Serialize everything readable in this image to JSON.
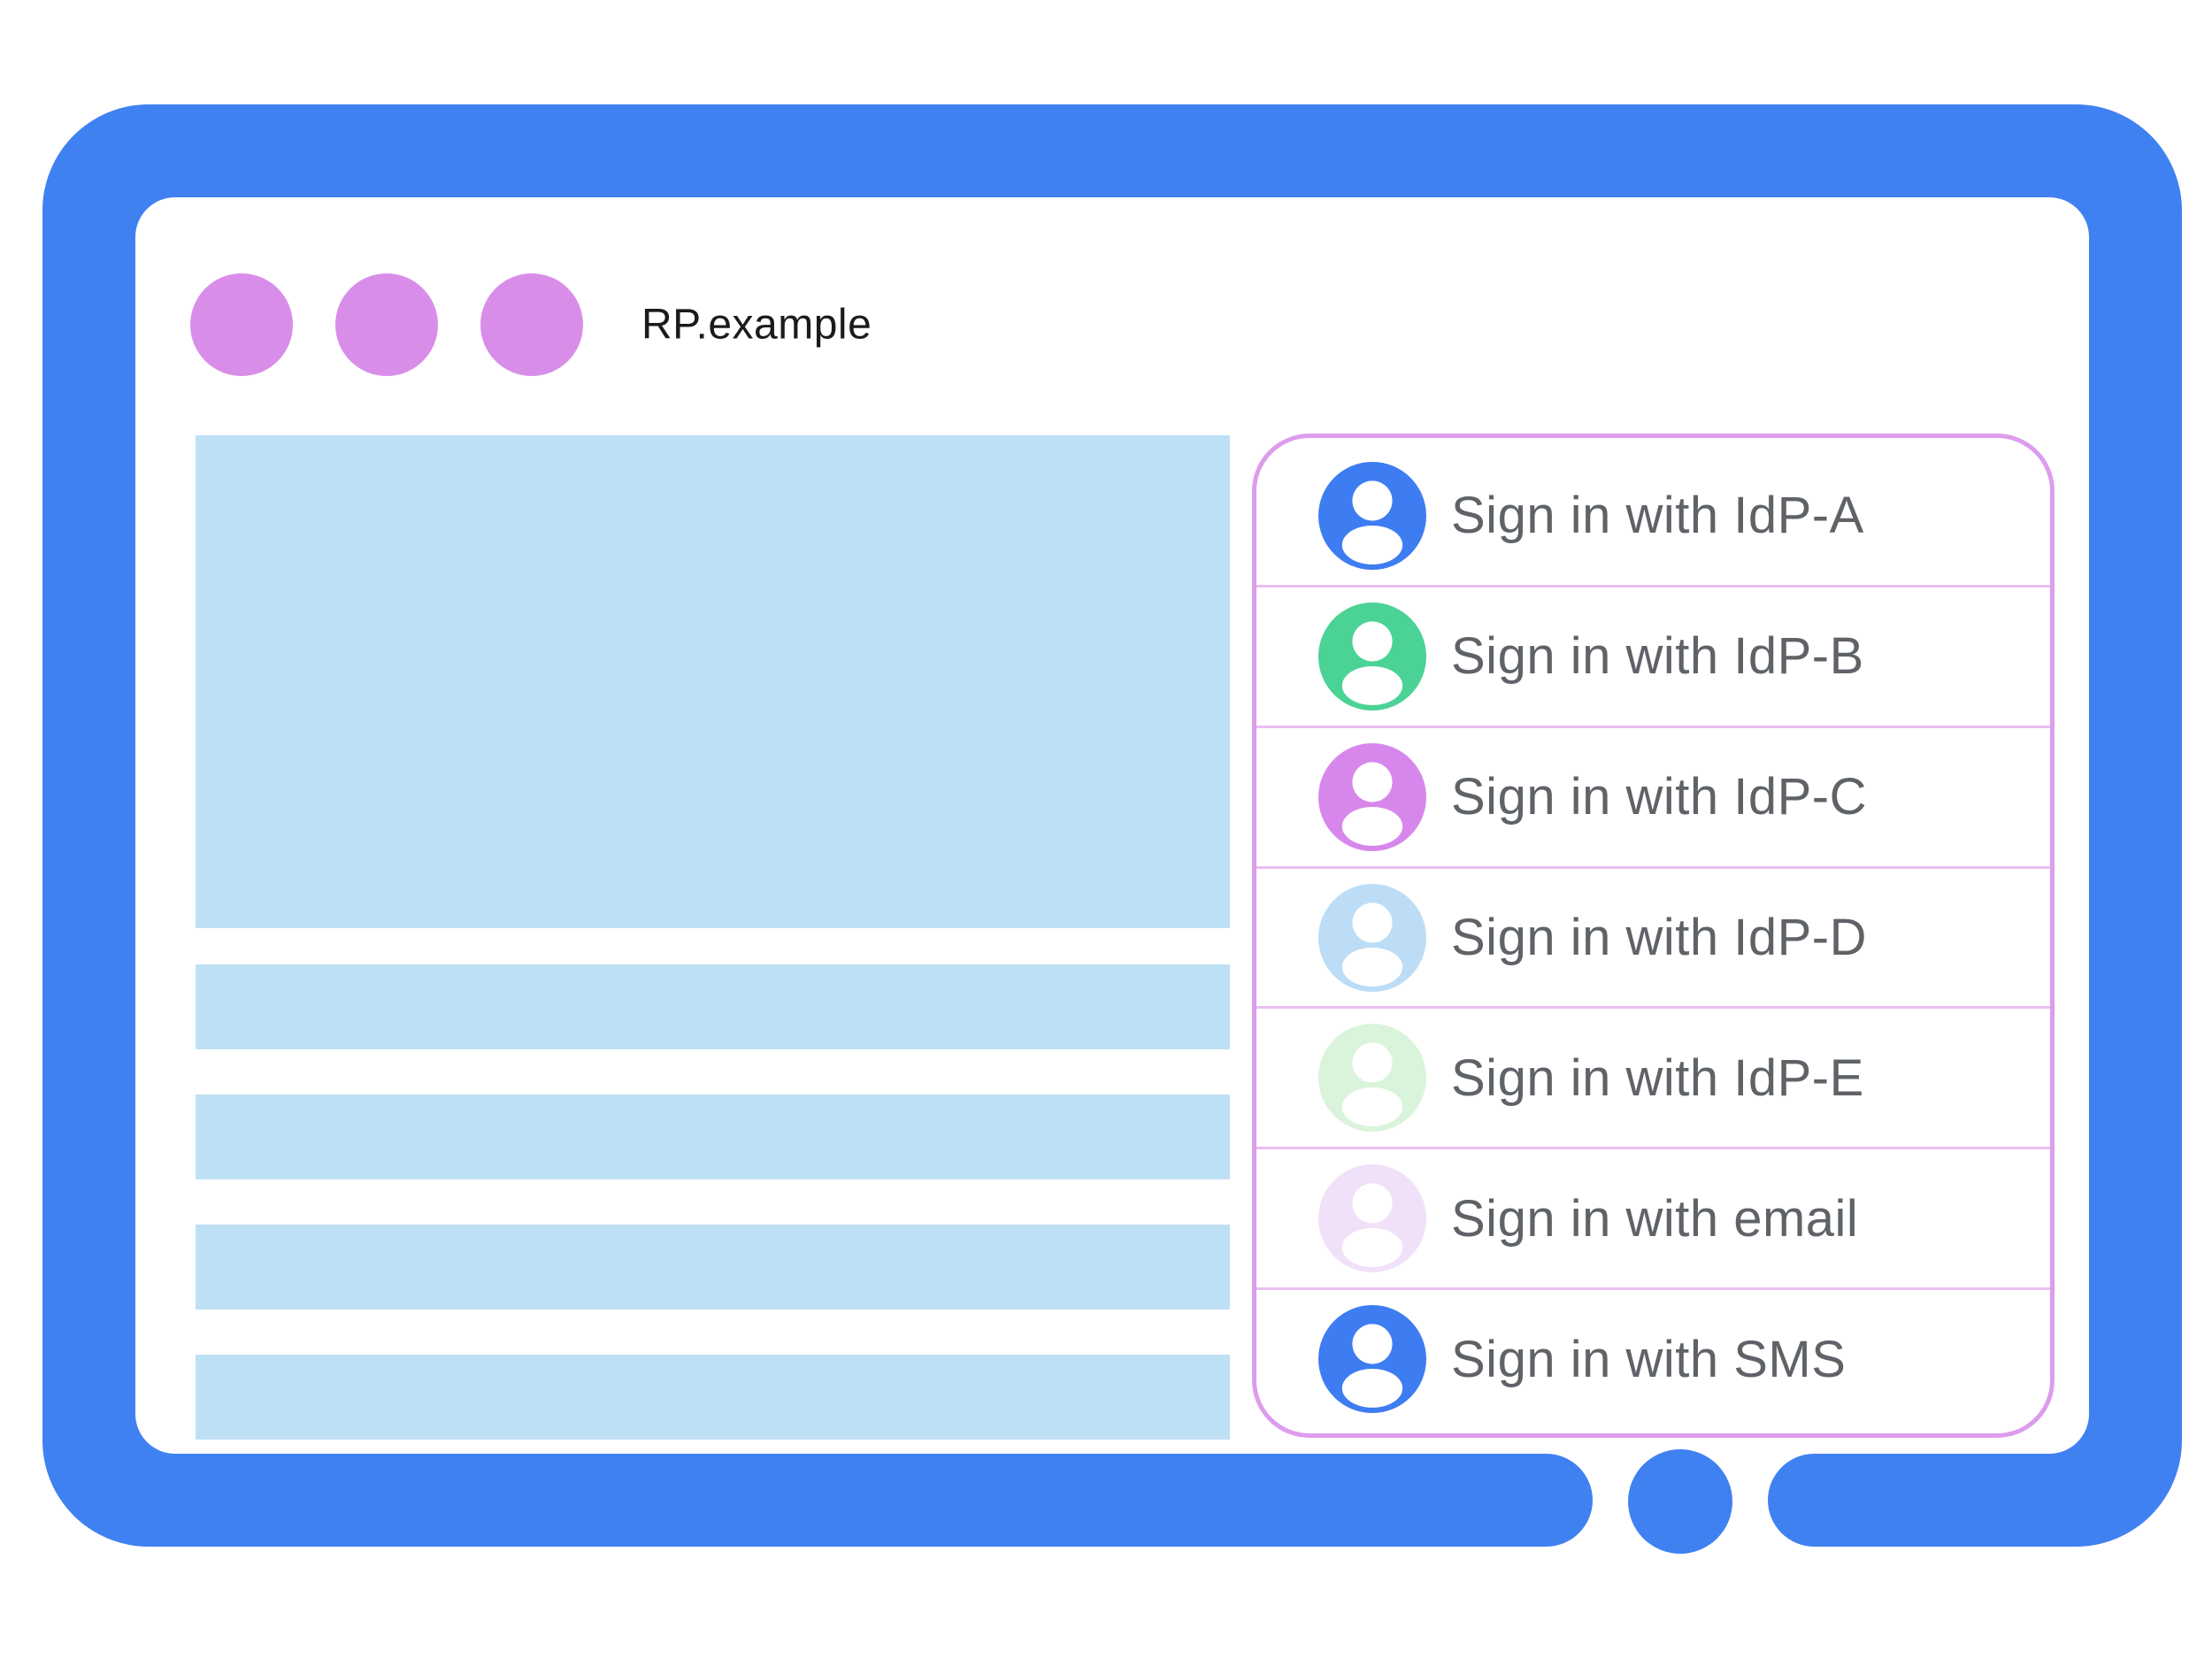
{
  "titlebar": {
    "site_name": "RP.example",
    "window_dot_count": 3
  },
  "signin_panel": {
    "options": [
      {
        "label": "Sign in with IdP-A",
        "avatar_color": "#3E7CF1"
      },
      {
        "label": "Sign in with IdP-B",
        "avatar_color": "#4BD295"
      },
      {
        "label": "Sign in with IdP-C",
        "avatar_color": "#D787EC"
      },
      {
        "label": "Sign in with IdP-D",
        "avatar_color": "#BCDDF5"
      },
      {
        "label": "Sign in with IdP-E",
        "avatar_color": "#D9F4DB"
      },
      {
        "label": "Sign in with email",
        "avatar_color": "#F0E1F8"
      },
      {
        "label": "Sign in with SMS",
        "avatar_color": "#3E7CF1"
      }
    ]
  },
  "content_placeholders": {
    "hero_block_count": 1,
    "text_bar_count": 4
  },
  "colors": {
    "frame_blue": "#4081F2",
    "window_dot_purple": "#D88EE9",
    "placeholder_blue": "#BEE0F5",
    "panel_border_purple": "#DD9CEC",
    "panel_divider_pink": "#EBBDF3",
    "label_gray": "#5F6368",
    "title_black": "#1b1b1b",
    "avatar_glyph_white": "#ffffff"
  }
}
